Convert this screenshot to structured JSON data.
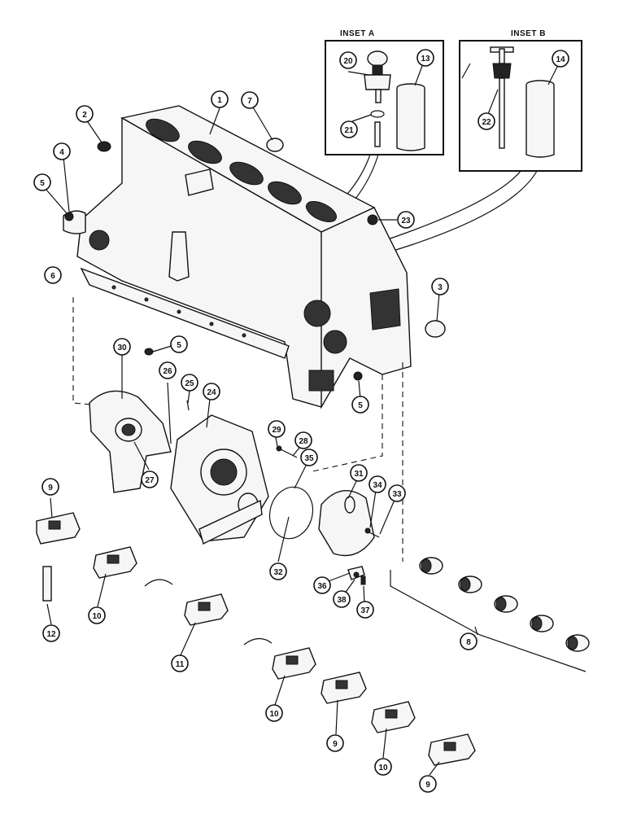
{
  "insets": [
    {
      "title": "INSET A"
    },
    {
      "title": "INSET B"
    }
  ],
  "callouts": [
    {
      "id": "c1",
      "label": "1"
    },
    {
      "id": "c2",
      "label": "2"
    },
    {
      "id": "c3",
      "label": "3"
    },
    {
      "id": "c4",
      "label": "4"
    },
    {
      "id": "c5a",
      "label": "5"
    },
    {
      "id": "c5b",
      "label": "5"
    },
    {
      "id": "c5c",
      "label": "5"
    },
    {
      "id": "c6",
      "label": "6"
    },
    {
      "id": "c7",
      "label": "7"
    },
    {
      "id": "c8",
      "label": "8"
    },
    {
      "id": "c9a",
      "label": "9"
    },
    {
      "id": "c9b",
      "label": "9"
    },
    {
      "id": "c9c",
      "label": "9"
    },
    {
      "id": "c10a",
      "label": "10"
    },
    {
      "id": "c10b",
      "label": "10"
    },
    {
      "id": "c10c",
      "label": "10"
    },
    {
      "id": "c11",
      "label": "11"
    },
    {
      "id": "c12",
      "label": "12"
    },
    {
      "id": "c13",
      "label": "13"
    },
    {
      "id": "c14",
      "label": "14"
    },
    {
      "id": "c20",
      "label": "20"
    },
    {
      "id": "c21",
      "label": "21"
    },
    {
      "id": "c22",
      "label": "22"
    },
    {
      "id": "c23",
      "label": "23"
    },
    {
      "id": "c24",
      "label": "24"
    },
    {
      "id": "c25",
      "label": "25"
    },
    {
      "id": "c26",
      "label": "26"
    },
    {
      "id": "c27",
      "label": "27"
    },
    {
      "id": "c28",
      "label": "28"
    },
    {
      "id": "c29",
      "label": "29"
    },
    {
      "id": "c30",
      "label": "30"
    },
    {
      "id": "c31",
      "label": "31"
    },
    {
      "id": "c32",
      "label": "32"
    },
    {
      "id": "c33",
      "label": "33"
    },
    {
      "id": "c34",
      "label": "34"
    },
    {
      "id": "c35",
      "label": "35"
    },
    {
      "id": "c36",
      "label": "36"
    },
    {
      "id": "c37",
      "label": "37"
    },
    {
      "id": "c38",
      "label": "38"
    }
  ]
}
